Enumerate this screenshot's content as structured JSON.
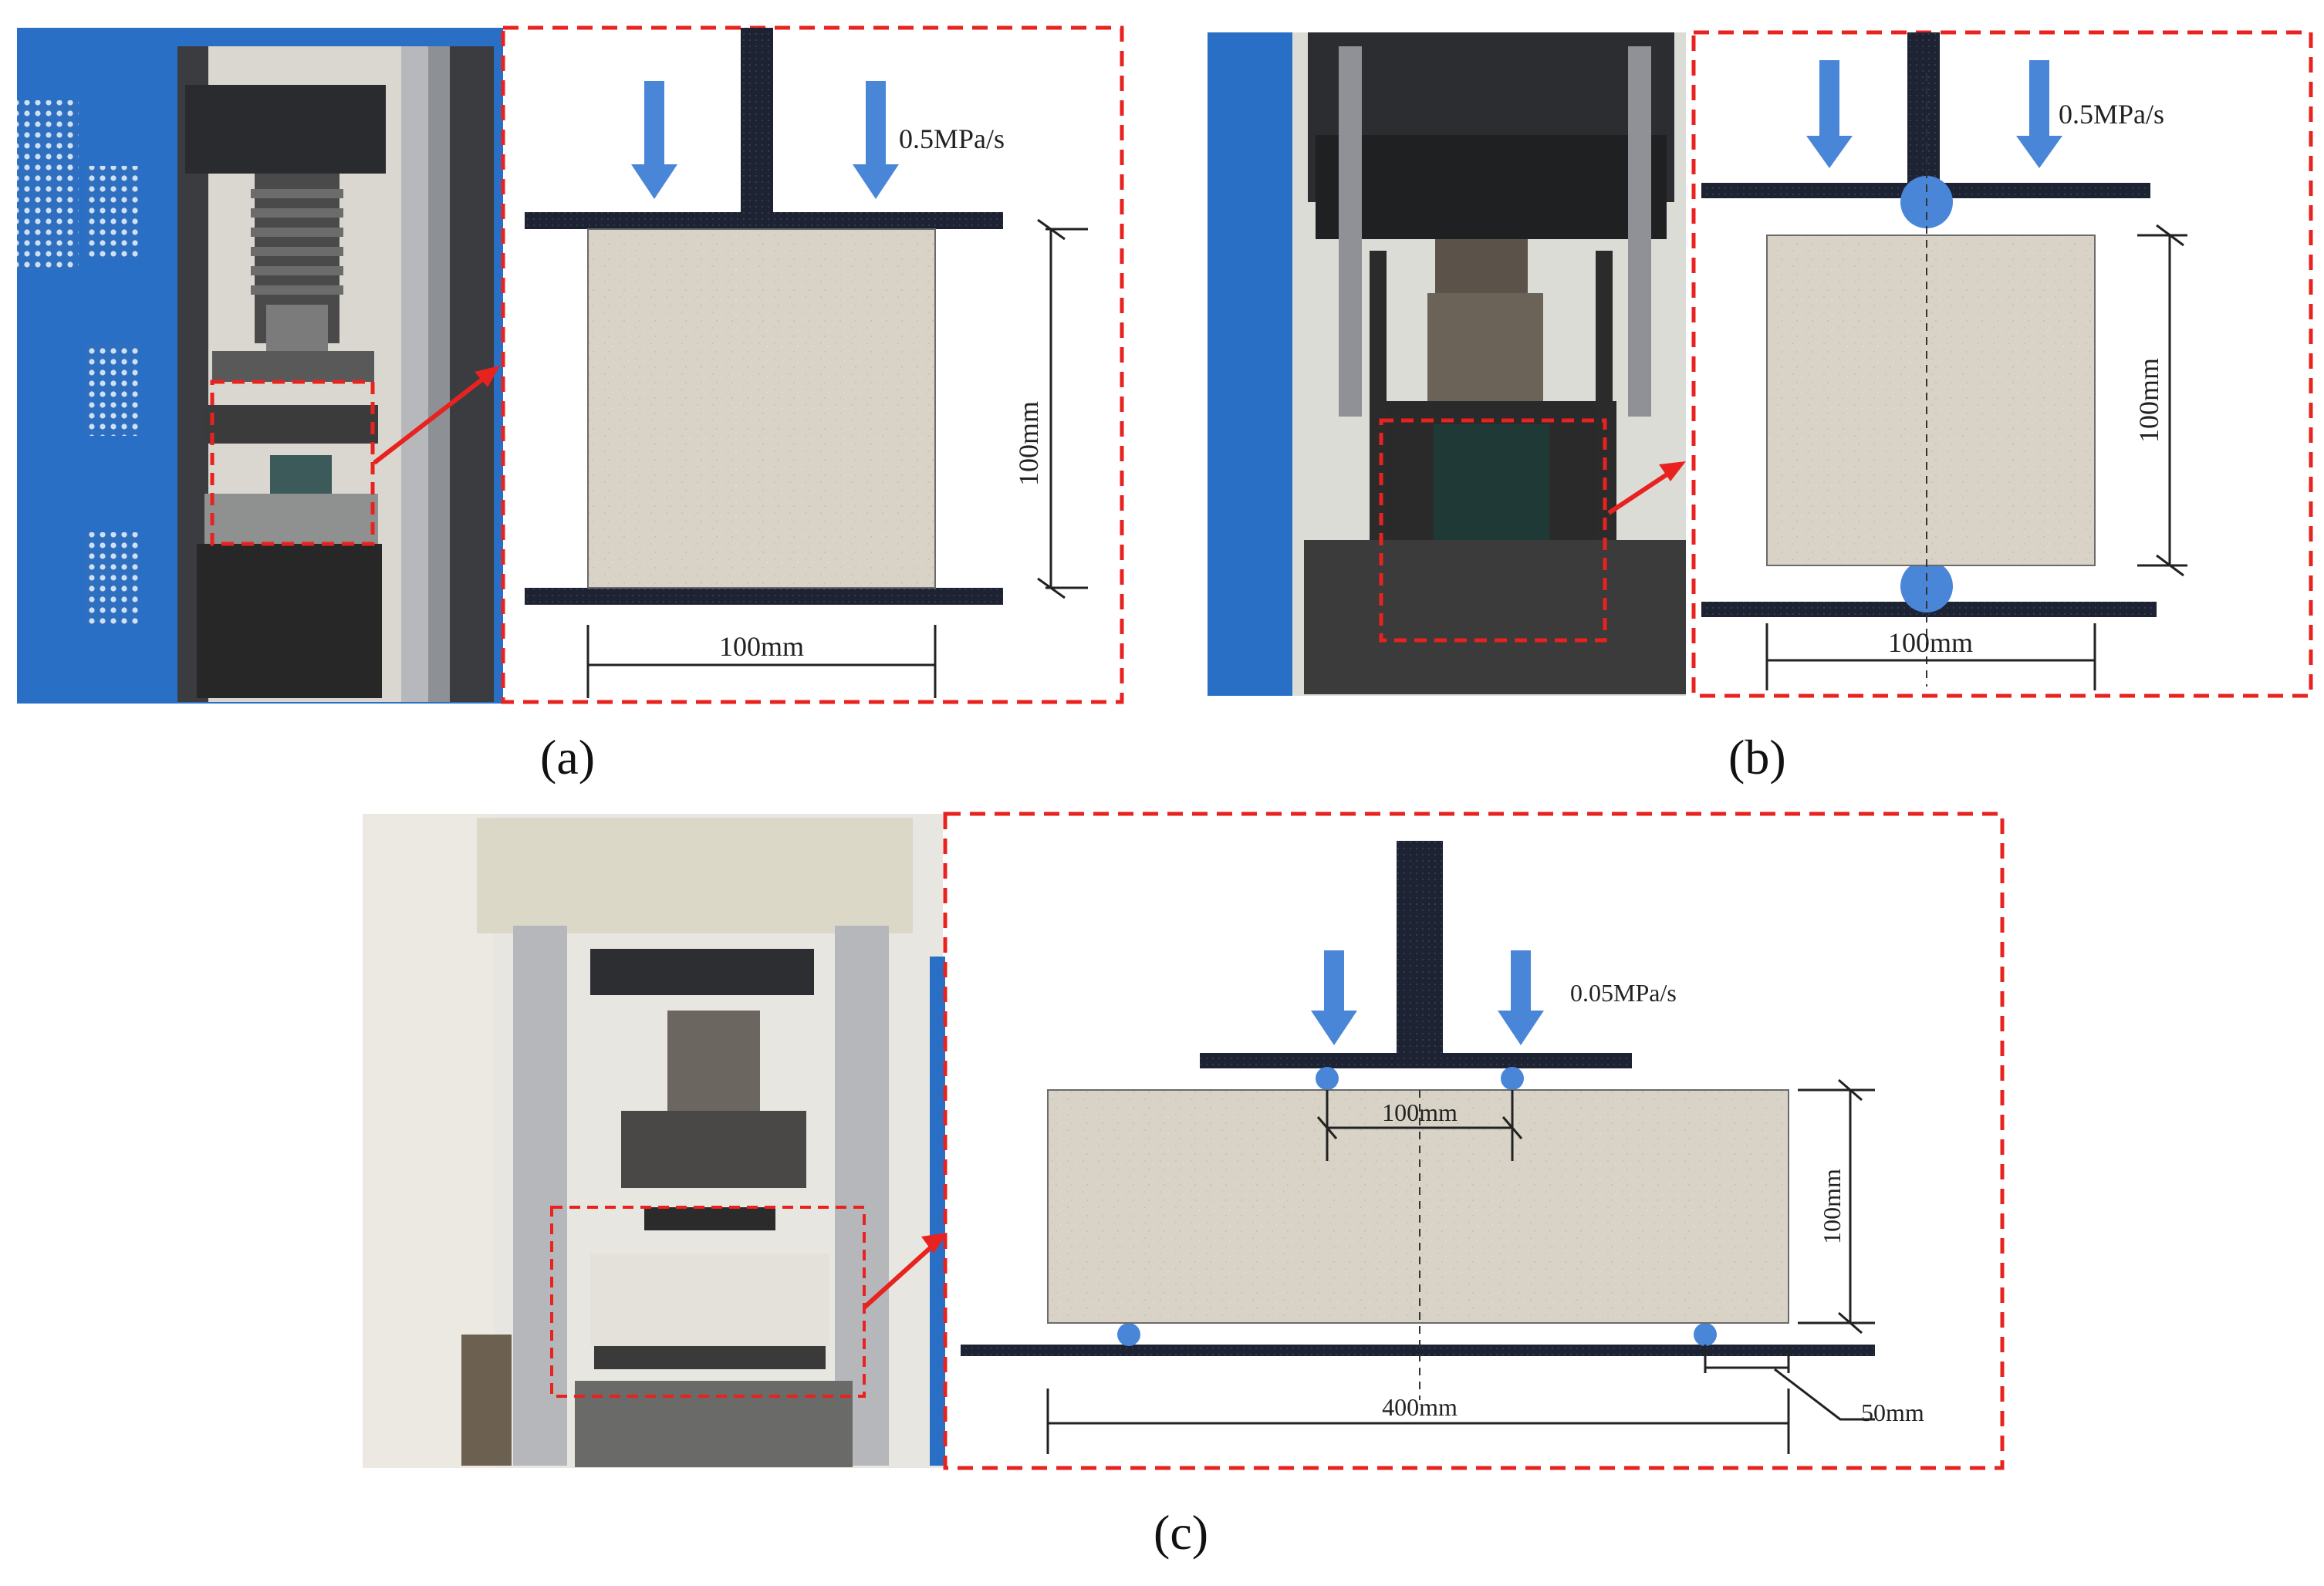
{
  "colors": {
    "dashed_border": "#e8231f",
    "steel_plate": "#1d2333",
    "load_arrow": "#4a86d8",
    "specimen": "#d8d3c6",
    "support_roller": "#4a86d8",
    "leader_arrow": "#e8231f"
  },
  "panel_a": {
    "label": "(a)",
    "load_rate": "0.5MPa/s",
    "height_dim": "100mm",
    "width_dim": "100mm"
  },
  "panel_b": {
    "label": "(b)",
    "load_rate": "0.5MPa/s",
    "height_dim": "100mm",
    "width_dim": "100mm"
  },
  "panel_c": {
    "label": "(c)",
    "load_rate": "0.05MPa/s",
    "load_span_dim": "100mm",
    "height_dim": "100mm",
    "support_span_dim": "400mm",
    "overhang_dim": "50mm"
  }
}
